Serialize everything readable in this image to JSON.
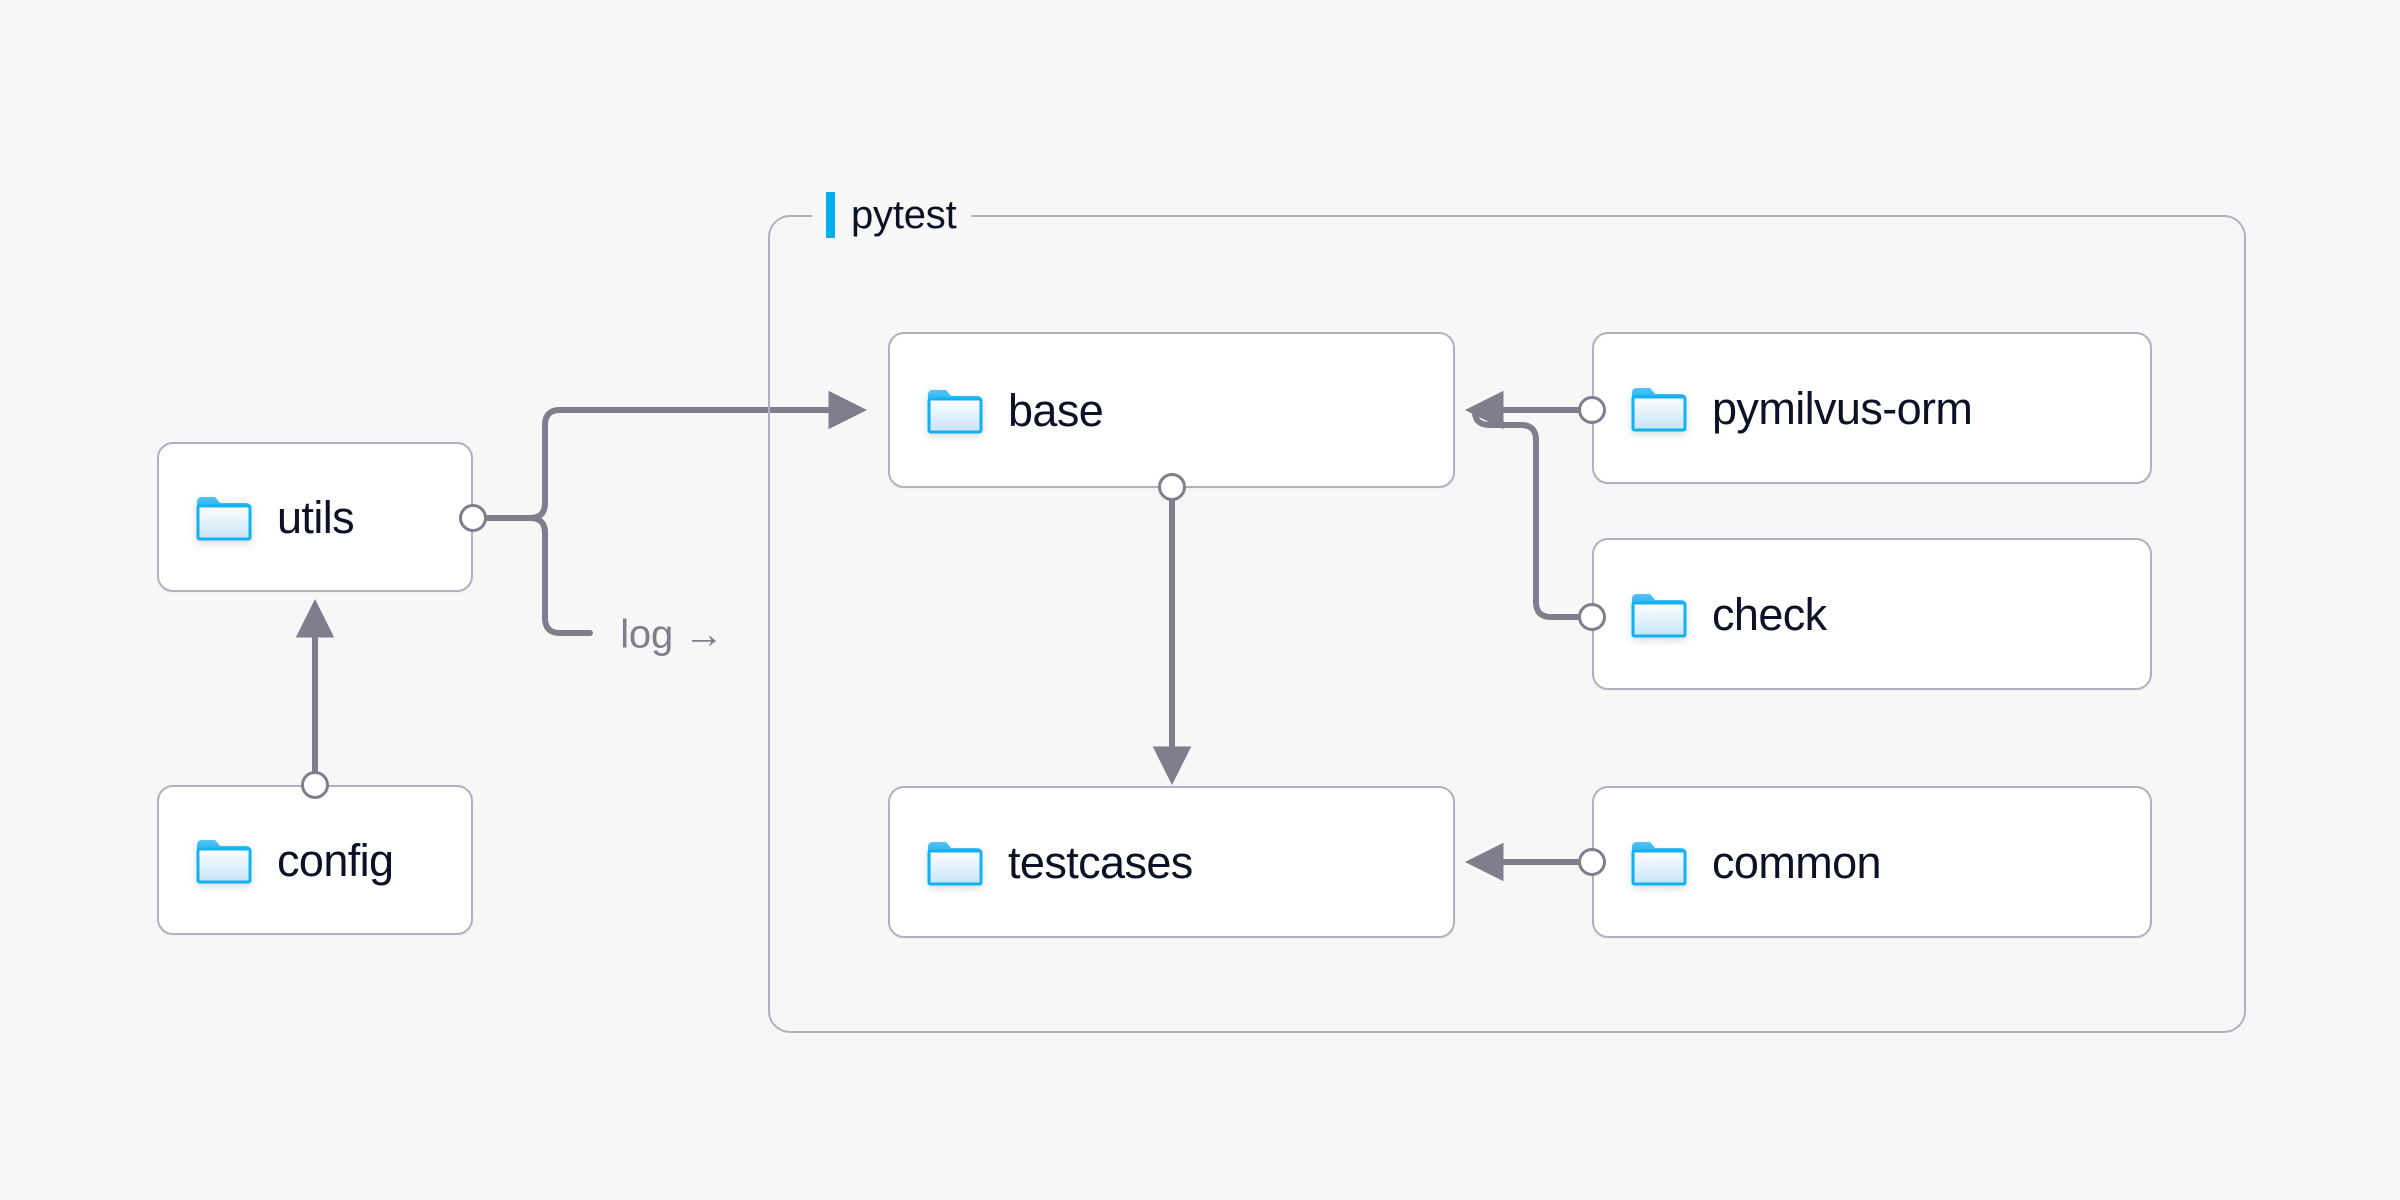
{
  "canvas": {
    "background": "#f7f7f7",
    "node_fill": "#ffffff",
    "node_border": "#b3b0bd",
    "edge_color": "#7e7e8d",
    "text_color": "#0d1126",
    "accent_color": "#00aeef",
    "folder_outline": "#14b1f0",
    "muted_text": "#7e7e8d"
  },
  "group": {
    "name": "pytest-group",
    "title": "pytest",
    "accent": "#00aeef"
  },
  "nodes": [
    {
      "id": "utils",
      "label": "utils",
      "icon": "folder-icon"
    },
    {
      "id": "config",
      "label": "config",
      "icon": "folder-icon"
    },
    {
      "id": "base",
      "label": "base",
      "icon": "folder-icon"
    },
    {
      "id": "testcases",
      "label": "testcases",
      "icon": "folder-icon"
    },
    {
      "id": "pymilvus-orm",
      "label": "pymilvus-orm",
      "icon": "folder-icon"
    },
    {
      "id": "check",
      "label": "check",
      "icon": "folder-icon"
    },
    {
      "id": "common",
      "label": "common",
      "icon": "folder-icon"
    }
  ],
  "edges": [
    {
      "id": "utils-to-base",
      "from": "utils",
      "to": "base",
      "label": ""
    },
    {
      "id": "utils-to-log",
      "from": "utils",
      "to": "",
      "label": "log →"
    },
    {
      "id": "config-to-utils",
      "from": "config",
      "to": "utils",
      "label": ""
    },
    {
      "id": "base-to-testcases",
      "from": "base",
      "to": "testcases",
      "label": ""
    },
    {
      "id": "pymilvus-orm-to-base",
      "from": "pymilvus-orm",
      "to": "base",
      "label": ""
    },
    {
      "id": "check-to-base",
      "from": "check",
      "to": "base",
      "label": ""
    },
    {
      "id": "common-to-testcases",
      "from": "common",
      "to": "testcases",
      "label": ""
    }
  ]
}
